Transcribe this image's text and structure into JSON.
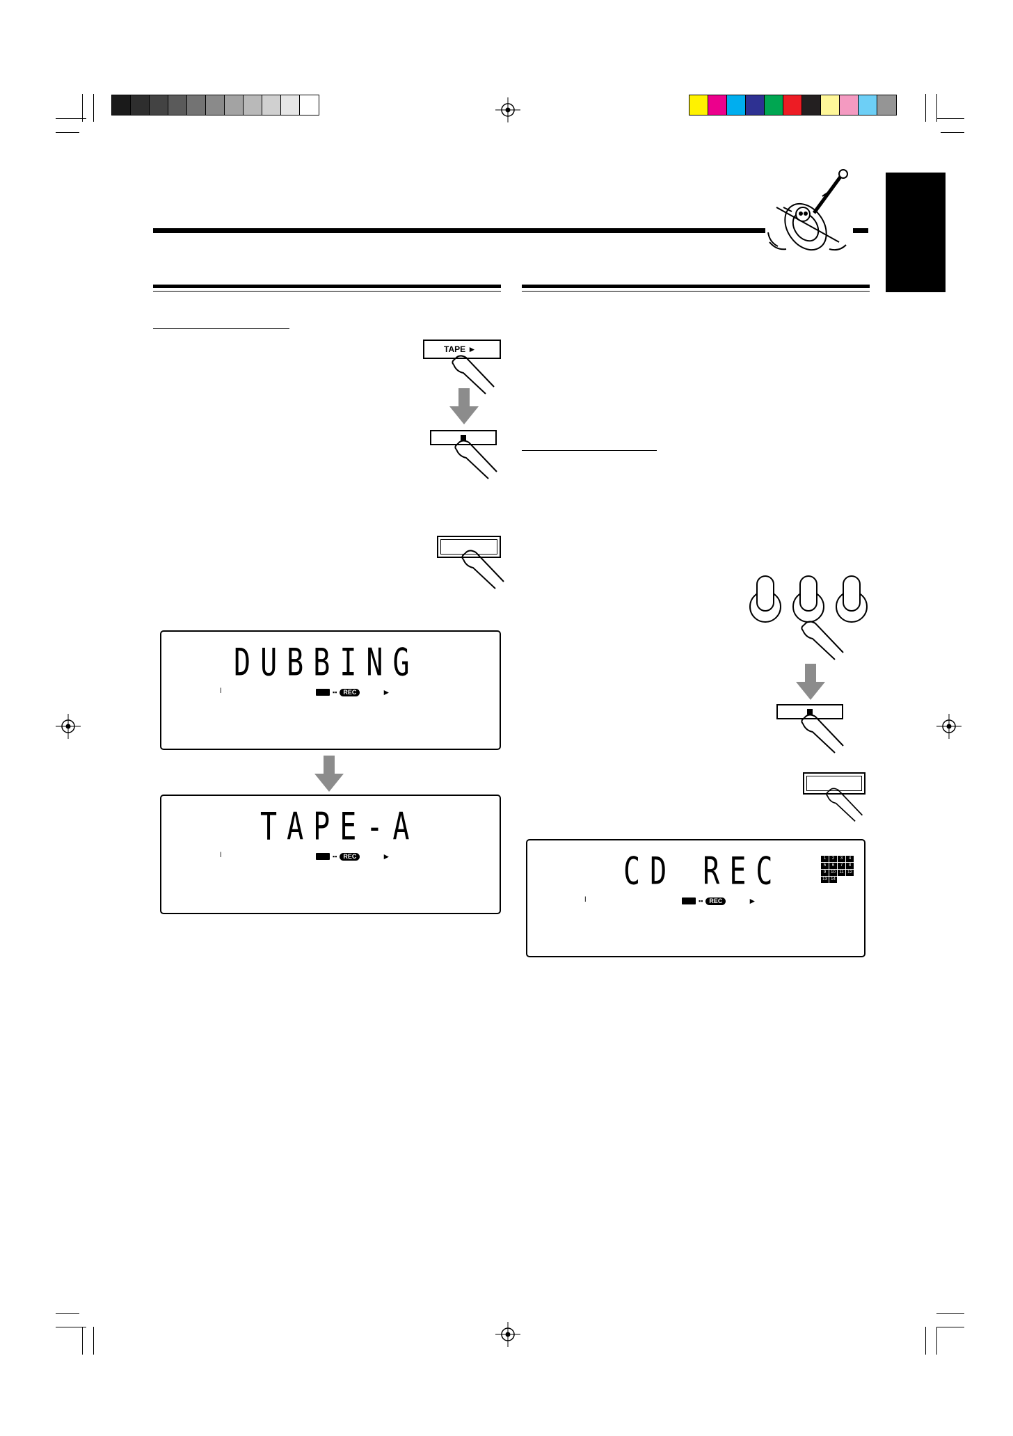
{
  "colors": {
    "gray_swatches": [
      "#1a1a1a",
      "#2e2e2e",
      "#434343",
      "#5a5a5a",
      "#737373",
      "#8a8a8a",
      "#a3a3a3",
      "#b9b9b9",
      "#d0d0d0",
      "#e6e6e6",
      "#ffffff"
    ],
    "color_swatches": [
      "#fff200",
      "#ec008c",
      "#00aeef",
      "#2e3192",
      "#00a651",
      "#ed1c24",
      "#231f20",
      "#fff799",
      "#f49ac1",
      "#6dcff6",
      "#959595"
    ],
    "ink": "#000000",
    "arrow_gray": "#8c8c8c"
  },
  "buttons": {
    "tape_play_label": "TAPE ►"
  },
  "icons": {
    "stop": "stop-square-icon",
    "play": "play-triangle-icon",
    "finger": "pressing-finger-icon",
    "down_arrow": "down-arrow-icon",
    "violin_character": "violin-mascot-icon",
    "registration_mark": "registration-target-icon"
  },
  "displays": {
    "dubbing": {
      "text": "DUBBING",
      "rec_badge": "REC",
      "play_symbol": "►"
    },
    "tape_a": {
      "text": "TAPE-A",
      "rec_badge": "REC",
      "play_symbol": "►"
    },
    "cd_rec": {
      "text": "CD REC",
      "rec_badge": "REC",
      "play_symbol": "►",
      "track_numbers": [
        "1",
        "2",
        "3",
        "4",
        "5",
        "6",
        "7",
        "8",
        "9",
        "10",
        "11",
        "12",
        "13",
        "14"
      ]
    }
  }
}
